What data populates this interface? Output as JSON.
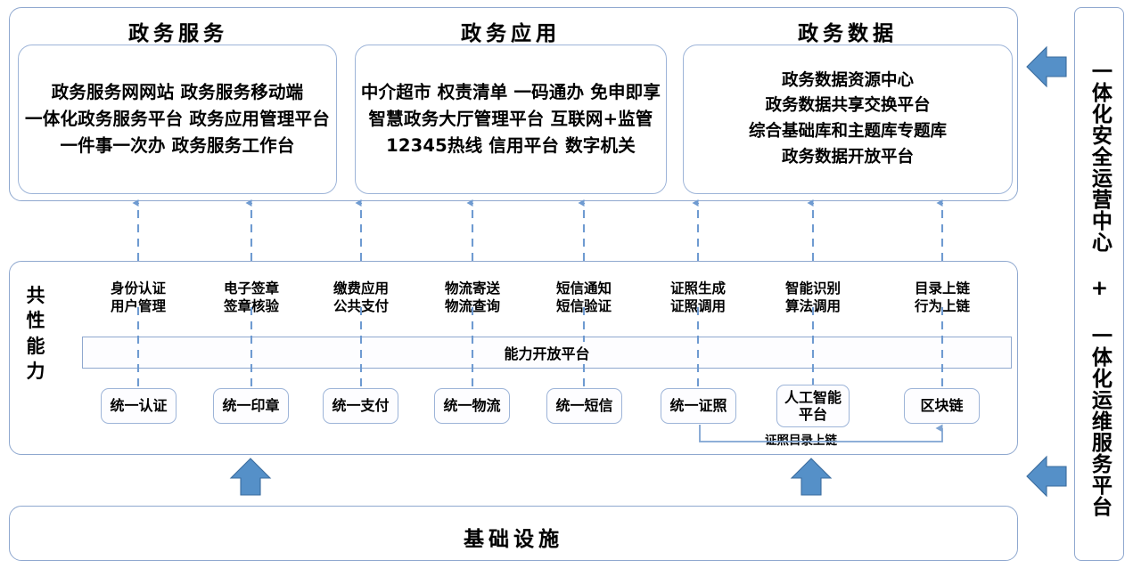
{
  "diagram": {
    "title_service": "政务服务",
    "title_application": "政务应用",
    "title_data": "政务数据",
    "panels": {
      "service_lines": [
        "政务服务网网站 政务服务移动端",
        "一体化政务服务平台 政务应用管理平台",
        "一件事一次办 政务服务工作台"
      ],
      "application_lines": [
        "中介超市 权责清单 一码通办 免申即享",
        "智慧政务大厅管理平台 互联网+监管",
        "12345热线 信用平台 数字机关"
      ],
      "data_lines": [
        "政务数据资源中心",
        "政务数据共享交换平台",
        "综合基础库和主题库专题库",
        "政务数据开放平台"
      ]
    },
    "capability_layer": {
      "side_label": "共性能力",
      "open_platform_label": "能力开放平台",
      "chain_link_label": "证照目录上链",
      "columns": [
        {
          "caption_line1": "身份认证",
          "caption_line2": "用户管理",
          "node": "统一认证"
        },
        {
          "caption_line1": "电子签章",
          "caption_line2": "签章核验",
          "node": "统一印章"
        },
        {
          "caption_line1": "缴费应用",
          "caption_line2": "公共支付",
          "node": "统一支付"
        },
        {
          "caption_line1": "物流寄送",
          "caption_line2": "物流查询",
          "node": "统一物流"
        },
        {
          "caption_line1": "短信通知",
          "caption_line2": "短信验证",
          "node": "统一短信"
        },
        {
          "caption_line1": "证照生成",
          "caption_line2": "证照调用",
          "node": "统一证照"
        },
        {
          "caption_line1": "智能识别",
          "caption_line2": "算法调用",
          "node": "人工智能\n平台"
        },
        {
          "caption_line1": "目录上链",
          "caption_line2": "行为上链",
          "node": "区块链"
        }
      ]
    },
    "infrastructure": {
      "label": "基础设施"
    },
    "sidebar": {
      "label": "一体化安全运营中心 + 一体化运维服务平台"
    },
    "colors": {
      "border_blue": "#8fa8cf",
      "arrow_blue": "#4f89c6",
      "dash_blue": "#6f9bd1",
      "text_black": "#000000"
    }
  }
}
